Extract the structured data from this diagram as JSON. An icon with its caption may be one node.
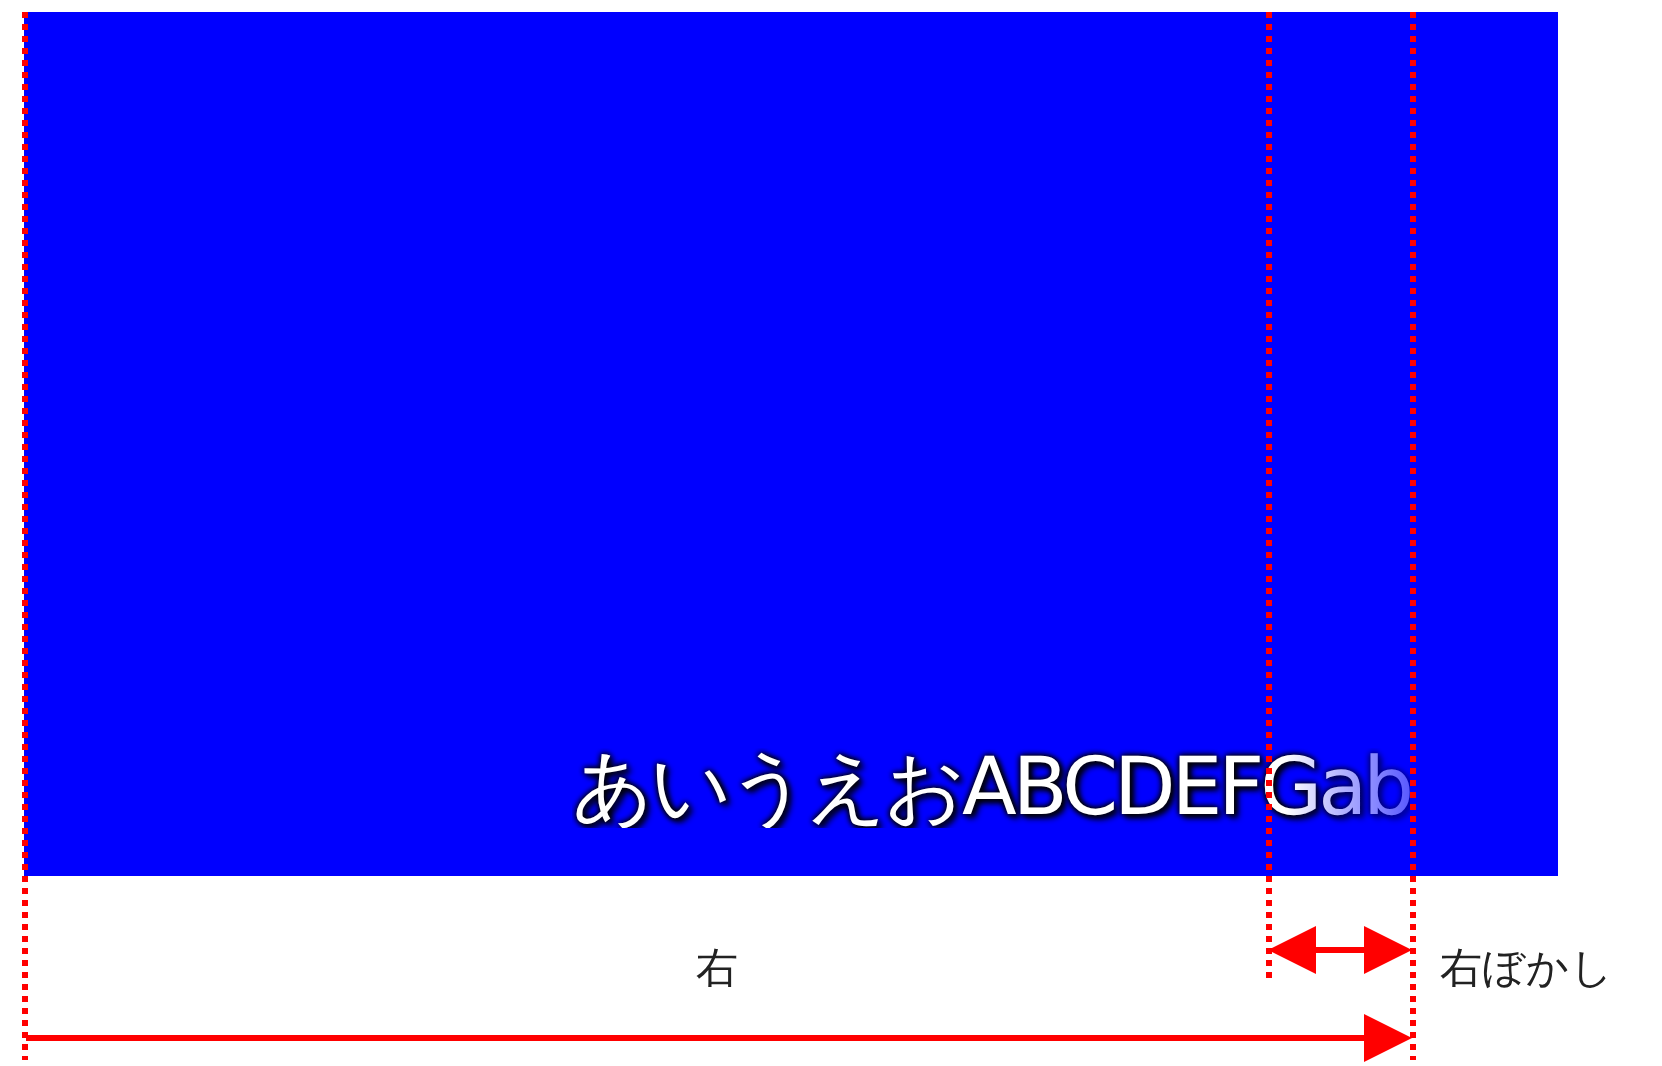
{
  "diagram": {
    "labels": [
      "あいうえおABCDEFGab",
      "右",
      "右ぼかし"
    ]
  }
}
